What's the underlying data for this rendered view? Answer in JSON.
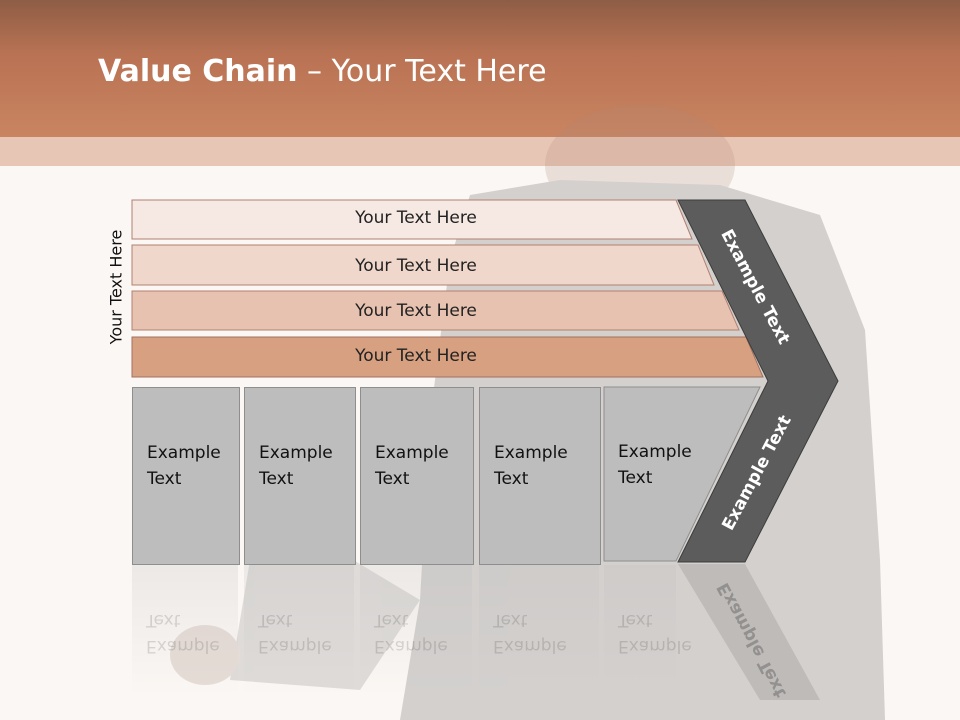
{
  "title": {
    "bold": "Value Chain",
    "rest": " – Your Text Here"
  },
  "side_label": "Your Text Here",
  "rows": [
    "Your Text Here",
    "Your Text Here",
    "Your Text Here",
    "Your Text Here"
  ],
  "columns": [
    {
      "line1": "Example",
      "line2": "Text"
    },
    {
      "line1": "Example",
      "line2": "Text"
    },
    {
      "line1": "Example",
      "line2": "Text"
    },
    {
      "line1": "Example",
      "line2": "Text"
    },
    {
      "line1": "Example",
      "line2": "Text"
    }
  ],
  "chevron": {
    "top_label": "Example Text",
    "bottom_label": "Example Text"
  },
  "colors": {
    "header_dark": "#8e5d45",
    "header_light": "#c98461",
    "row_fills": [
      "#f6e9e3",
      "#f0d7cb",
      "#e8c2b0",
      "#d7a080"
    ],
    "column_fill": "#bdbdbd",
    "chevron_fill": "#5c5c5c"
  }
}
